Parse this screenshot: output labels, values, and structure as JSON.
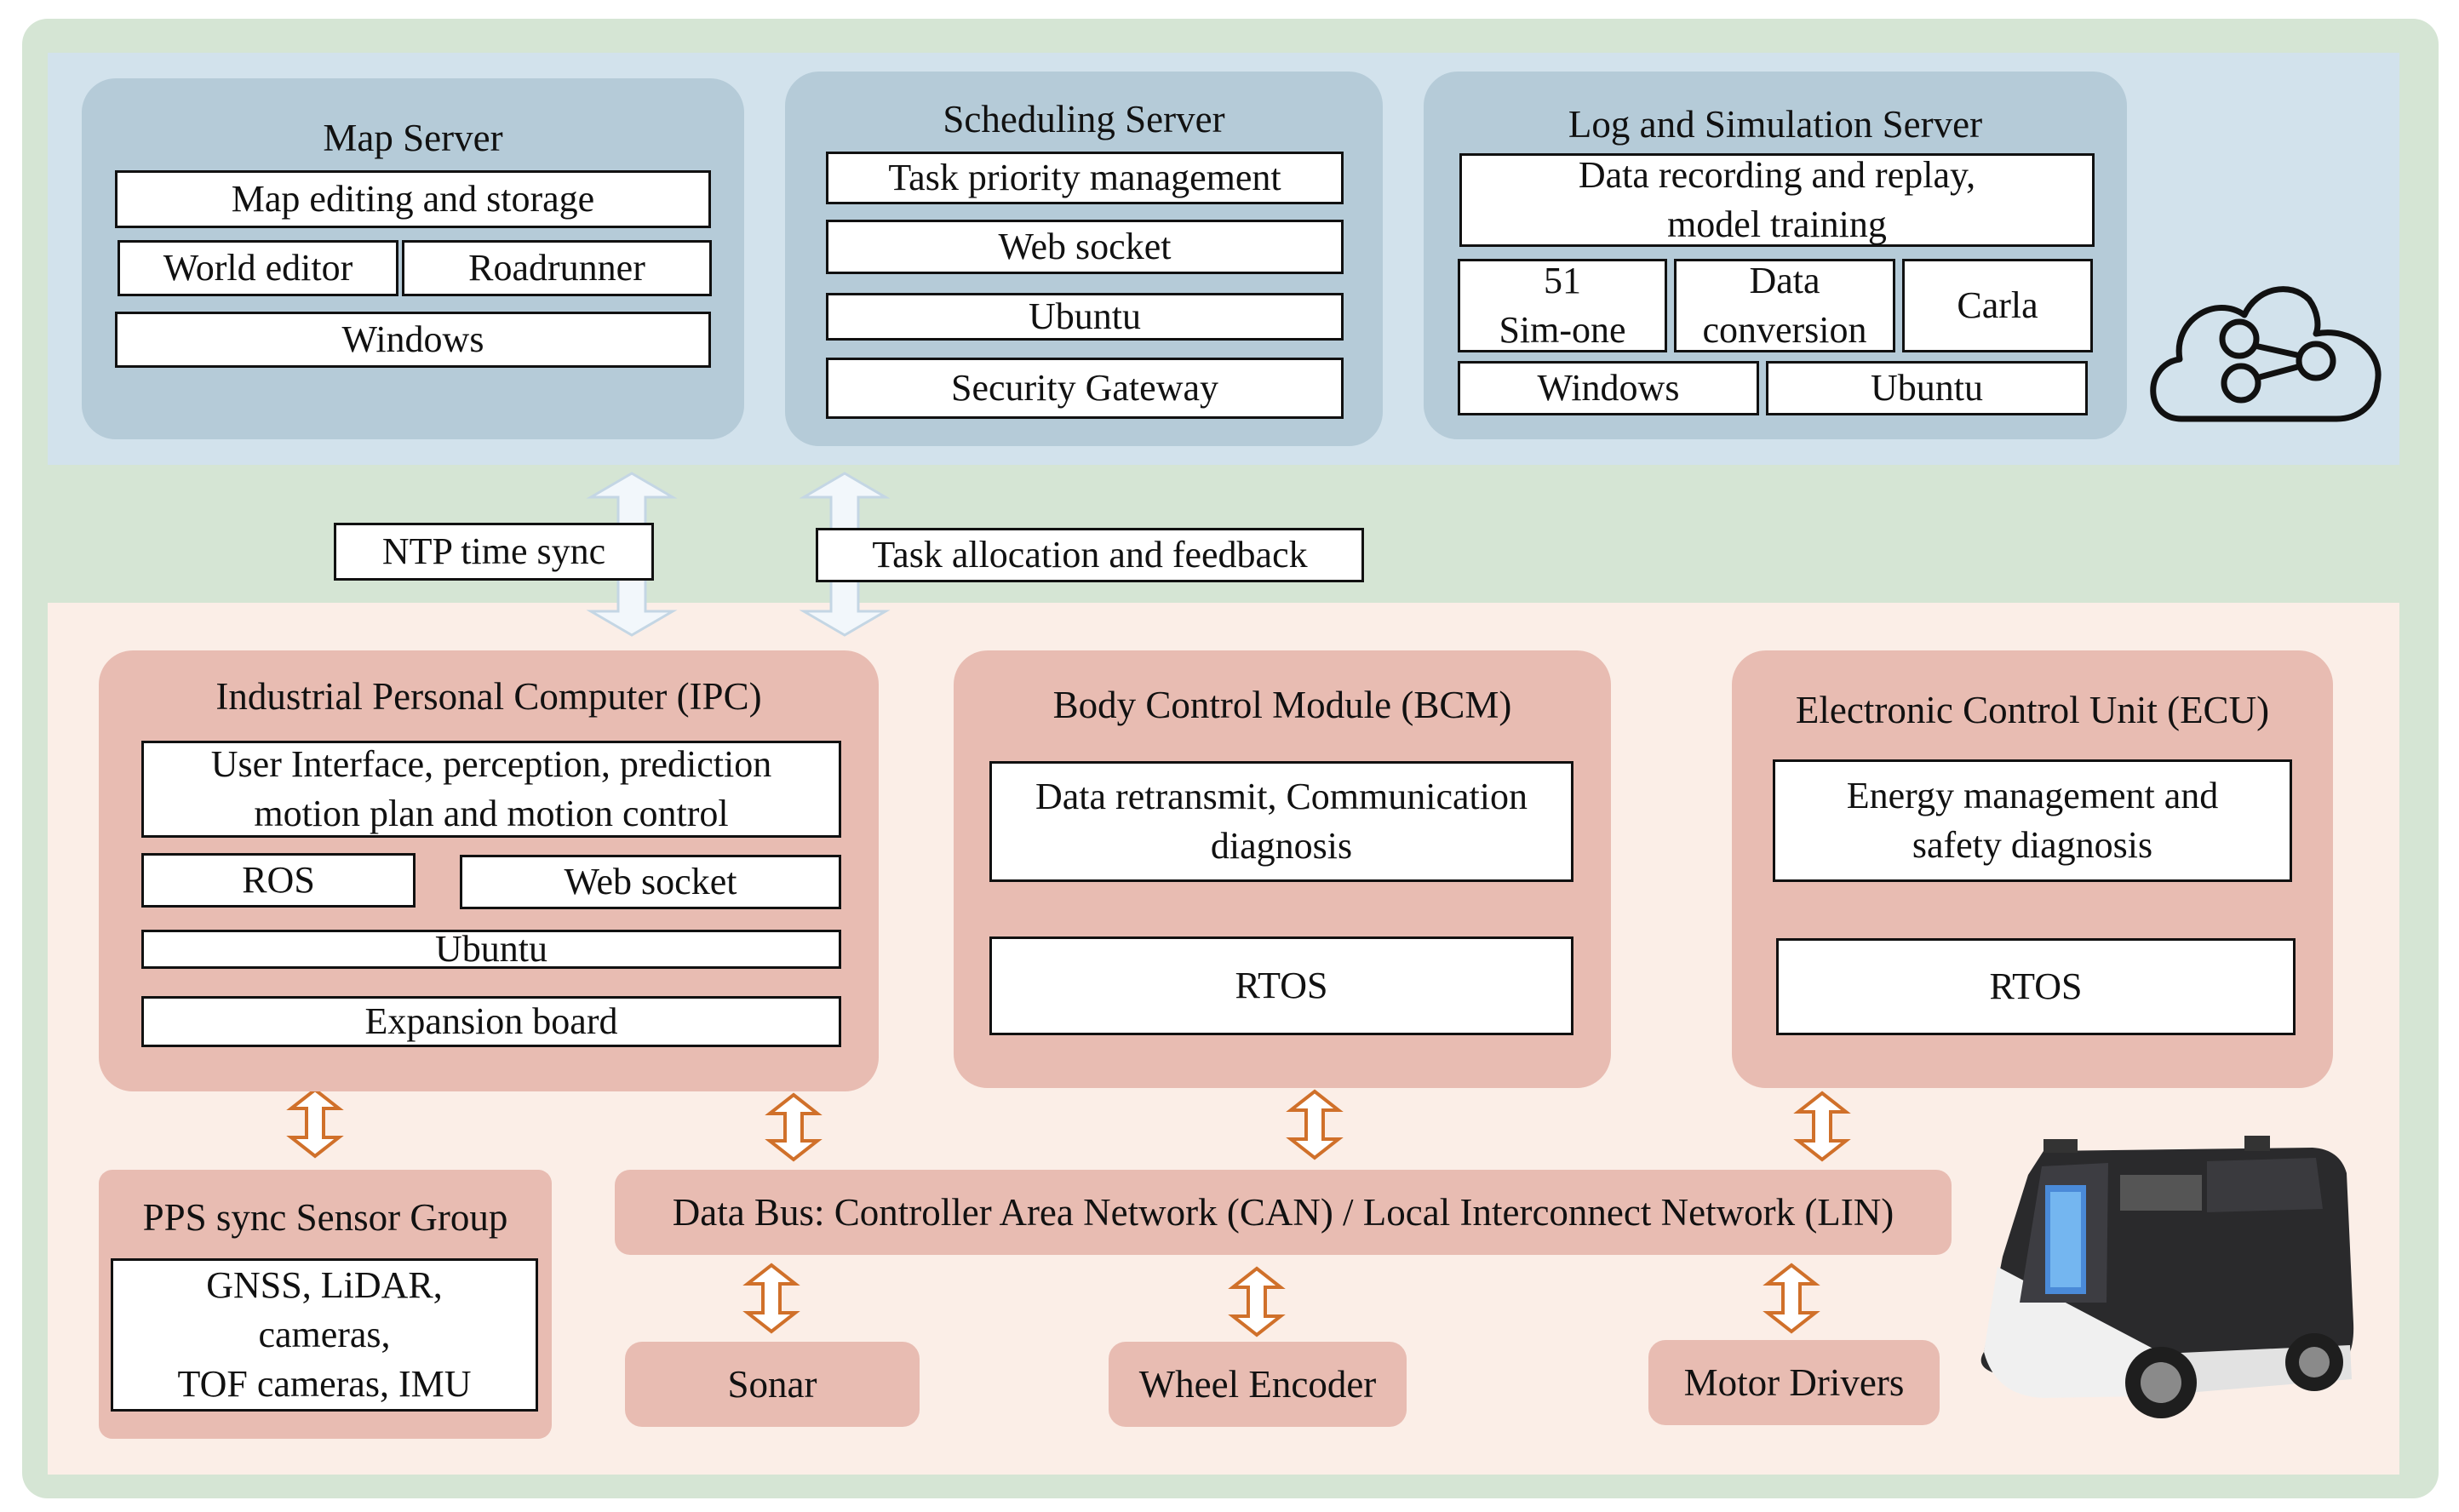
{
  "cloud_tier": {
    "map_server": {
      "title": "Map Server",
      "rows": [
        "Map editing and storage",
        "World editor",
        "Roadrunner",
        "Windows"
      ]
    },
    "scheduling_server": {
      "title": "Scheduling Server",
      "rows": [
        "Task priority management",
        "Web socket",
        "Ubuntu",
        "Security Gateway"
      ]
    },
    "log_simulation_server": {
      "title": "Log and Simulation Server",
      "rows": [
        "Data recording and replay,\nmodel training",
        "51\nSim-one",
        "Data\nconversion",
        "Carla",
        "Windows",
        "Ubuntu"
      ]
    },
    "icon": "cloud-share-icon"
  },
  "links": {
    "ntp": "NTP time sync",
    "task": "Task allocation and feedback"
  },
  "vehicle_tier": {
    "ipc": {
      "title": "Industrial Personal Computer (IPC)",
      "rows": [
        "User Interface, perception, prediction\nmotion plan and motion control",
        "ROS",
        "Web socket",
        "Ubuntu",
        "Expansion board"
      ]
    },
    "bcm": {
      "title": "Body Control Module (BCM)",
      "rows": [
        "Data retransmit, Communication\ndiagnosis",
        "RTOS"
      ]
    },
    "ecu": {
      "title": "Electronic Control Unit (ECU)",
      "rows": [
        "Energy management and\nsafety diagnosis",
        "RTOS"
      ]
    },
    "sensor_group": {
      "title": "PPS sync Sensor Group",
      "content": "GNSS, LiDAR,\ncameras,\nTOF cameras, IMU"
    },
    "bus": "Data Bus: Controller Area Network (CAN) / Local Interconnect Network (LIN)",
    "devices": [
      "Sonar",
      "Wheel Encoder",
      "Motor Drivers"
    ],
    "vehicle_image": "autonomous-delivery-vehicle"
  },
  "colors": {
    "outer_bg": "#d5e5d4",
    "cloud_bg": "#d2e2ec",
    "server_panel": "#b5cbd8",
    "vehicle_bg": "#fbeee7",
    "ecu_panel": "#e8bcb2",
    "arrow_orange": "#d0702a",
    "arrow_light": "#f2f7fb"
  }
}
